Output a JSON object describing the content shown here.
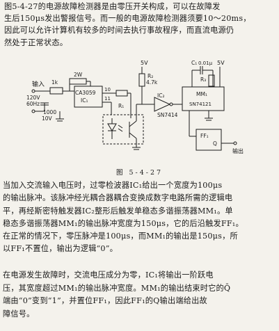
{
  "paragraphs": {
    "top": "图5-4-27的电源故障检测器是由零压开关构成，可以在故障发\n生后150μs发出警报信号。而一般的电源故障检测器须要10～20ms，\n因此可以允许计算机有较多的时间去执行事故程序，而直流电源仍\n然处于正常状态。",
    "middle": "当加入交流输入电压时，过零检波器IC₁给出一个宽度为100μs\n的输出脉冲。该脉冲经光耦合器耦合变换成数字电路所需的逻辑电\n平，再经斯密特触发器IC₂整形后触发单稳态多谐振荡器MM₁。单\n稳态多谐振荡器MM₁的输出脉冲宽度为150μs，它的后沿触发FF₁。\n在正常的情况下，零压脉冲是100μs，而MM₁的输出是150μs，所\n以FF₁不置位，输出为逻辑“0”。",
    "bottom": "在电源发生故障时，交流电压成分为零，IC₁将输出一阶跃电\n压，其宽度超过MM₁的输出脉冲宽度。MM₁的输出结束时它的Q̄\n端由“0”变到“1”，并置位FF₁，因此FF₁的Q输出端给出故\n障信号。"
  },
  "caption": "图 5-4-27",
  "circuit": {
    "input_label": "输入",
    "input_voltage": "120V",
    "input_freq": "60Hz",
    "r_in_label": "1k",
    "r_power_label": "2W",
    "cap_value": "1000",
    "cap_voltage": "10V",
    "ic1_part": "CA3059",
    "ic1_name": "IC₁",
    "pin_10": "10",
    "pin_11": "11",
    "r1": "R₁",
    "supply_5v_a": "5V",
    "r2": "R₂",
    "r2_value": "4.7k",
    "ic2_part": "SN7414",
    "ic2_name": "IC₂",
    "c1": "C₁",
    "c1_value": "0.01μ",
    "r3": "R₃",
    "supply_5v_b": "5V",
    "mm1_name": "MM₁",
    "mm1_part": "SN74121",
    "ff1_name": "FF₁",
    "q_label": "Q",
    "output_label": "输出"
  }
}
